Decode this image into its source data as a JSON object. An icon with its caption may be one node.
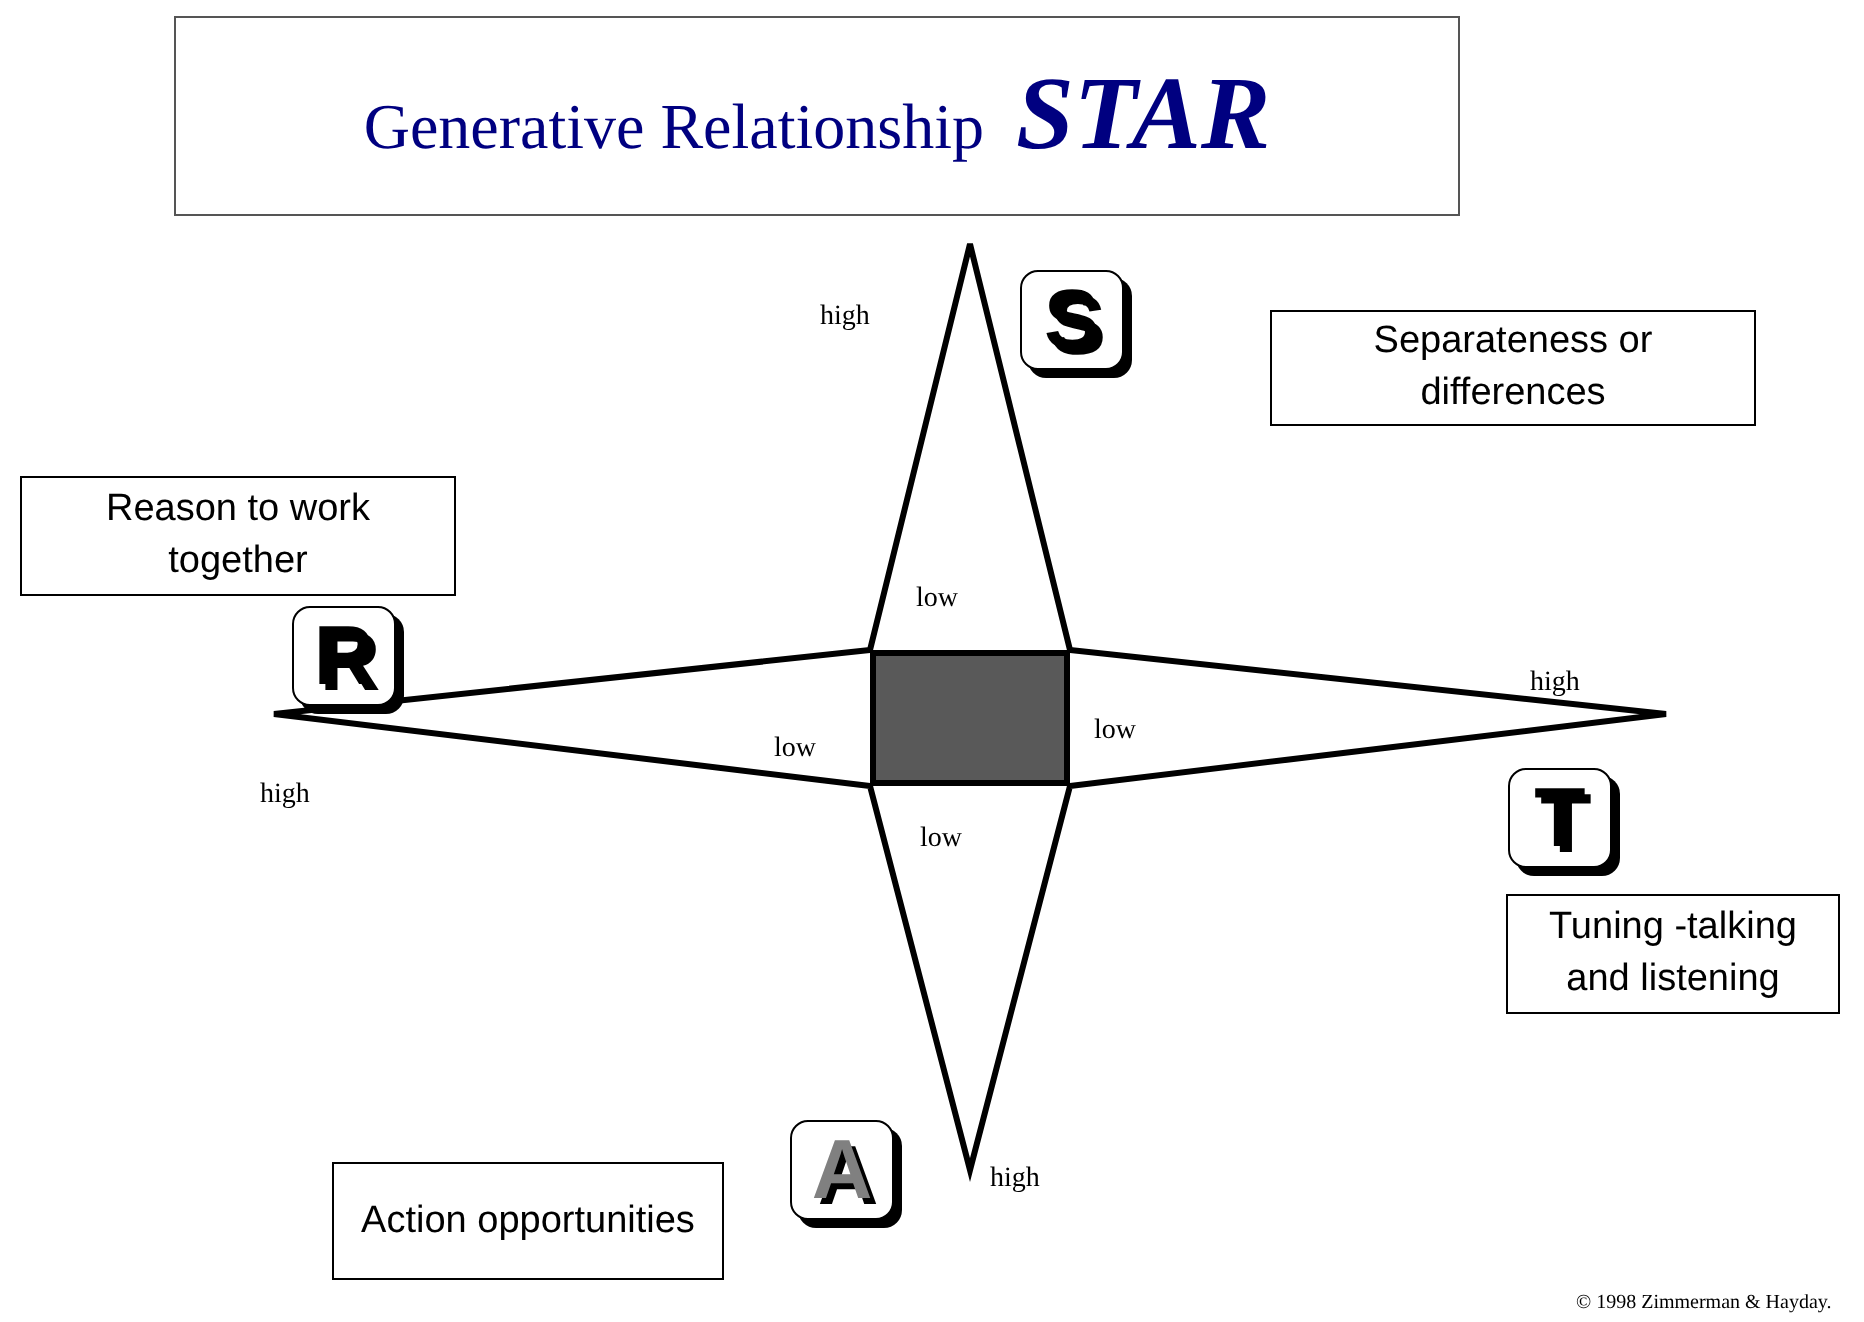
{
  "diagram": {
    "title": "Generative Relationship **STAR**",
    "nodes": [
      {
        "text": [
          "S"
        ]
      },
      {
        "text": [
          "Separateness or differences"
        ]
      },
      {
        "text": [
          "Reason to work together"
        ]
      },
      {
        "text": [
          "R"
        ]
      },
      {
        "text": [],
        "shape": "box"
      },
      {
        "text": [
          "T"
        ]
      },
      {
        "text": [
          "Tuning -talking and listening"
        ]
      },
      {
        "text": [
          "A"
        ]
      },
      {
        "text": [
          "Action opportunities"
        ]
      }
    ],
    "labels": [
      "high",
      "low",
      "high",
      "low",
      "low",
      "high",
      "low",
      "high",
      "© 1998 Zimmerman & Hayday."
    ]
  }
}
